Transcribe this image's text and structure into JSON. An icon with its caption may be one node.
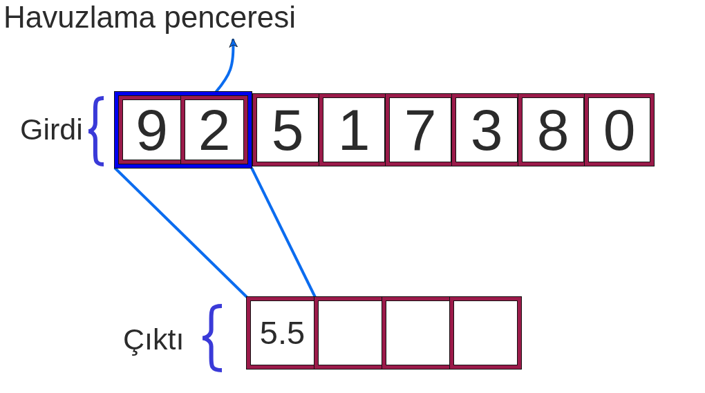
{
  "diagram": {
    "nodes": [
      {
        "text": [
          "Havuzlama penceresi"
        ]
      },
      {
        "text": [],
        "shape": "box"
      },
      {
        "text": [
          "9"
        ],
        "in": 1
      },
      {
        "text": [
          "2"
        ],
        "in": 1
      },
      {
        "text": [
          "5"
        ]
      },
      {
        "text": [
          "1"
        ]
      },
      {
        "text": [
          "7"
        ]
      },
      {
        "text": [
          "3"
        ]
      },
      {
        "text": [
          "8"
        ]
      },
      {
        "text": [
          "0"
        ]
      },
      {
        "text": [
          "5.5"
        ]
      },
      {
        "text": [],
        "shape": "box"
      },
      {
        "text": [],
        "shape": "box"
      },
      {
        "text": [],
        "shape": "box"
      }
    ],
    "edges": [
      {
        "from": 1,
        "to": 0,
        "arrow": "to"
      },
      {
        "from": 1,
        "to": 10,
        "arrow": "none"
      },
      {
        "from": 1,
        "to": 10,
        "arrow": "none"
      }
    ],
    "labels": [
      "Girdi",
      "Çıktı"
    ]
  }
}
